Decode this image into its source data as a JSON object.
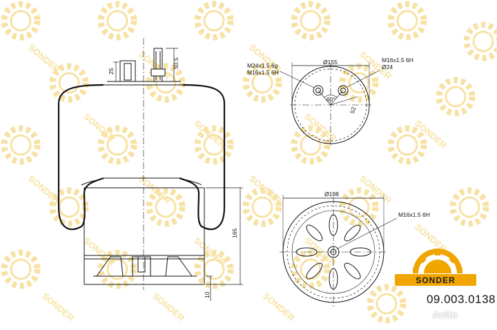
{
  "watermark": {
    "text": "SONDER",
    "color": "#f3d27a"
  },
  "brand": {
    "name": "SONDER",
    "accent": "#f0a500",
    "bar_color": "#f0a500"
  },
  "part_number": "09.003.0138",
  "source_watermark": "Avito",
  "dimensions": {
    "height_165": "165",
    "gap_10": "10",
    "d155": "Ø155",
    "d198": "Ø198",
    "d24": "Ø24",
    "angle_60": "60°",
    "r52": "52",
    "h25": "25",
    "h505": "50.5",
    "thread_m24": "M24x1.5 6g",
    "thread_m16_a": "M16x1.5 6H",
    "thread_m16_b": "M16x1.5 6H",
    "thread_m16_c": "M16x1.5 6H"
  }
}
